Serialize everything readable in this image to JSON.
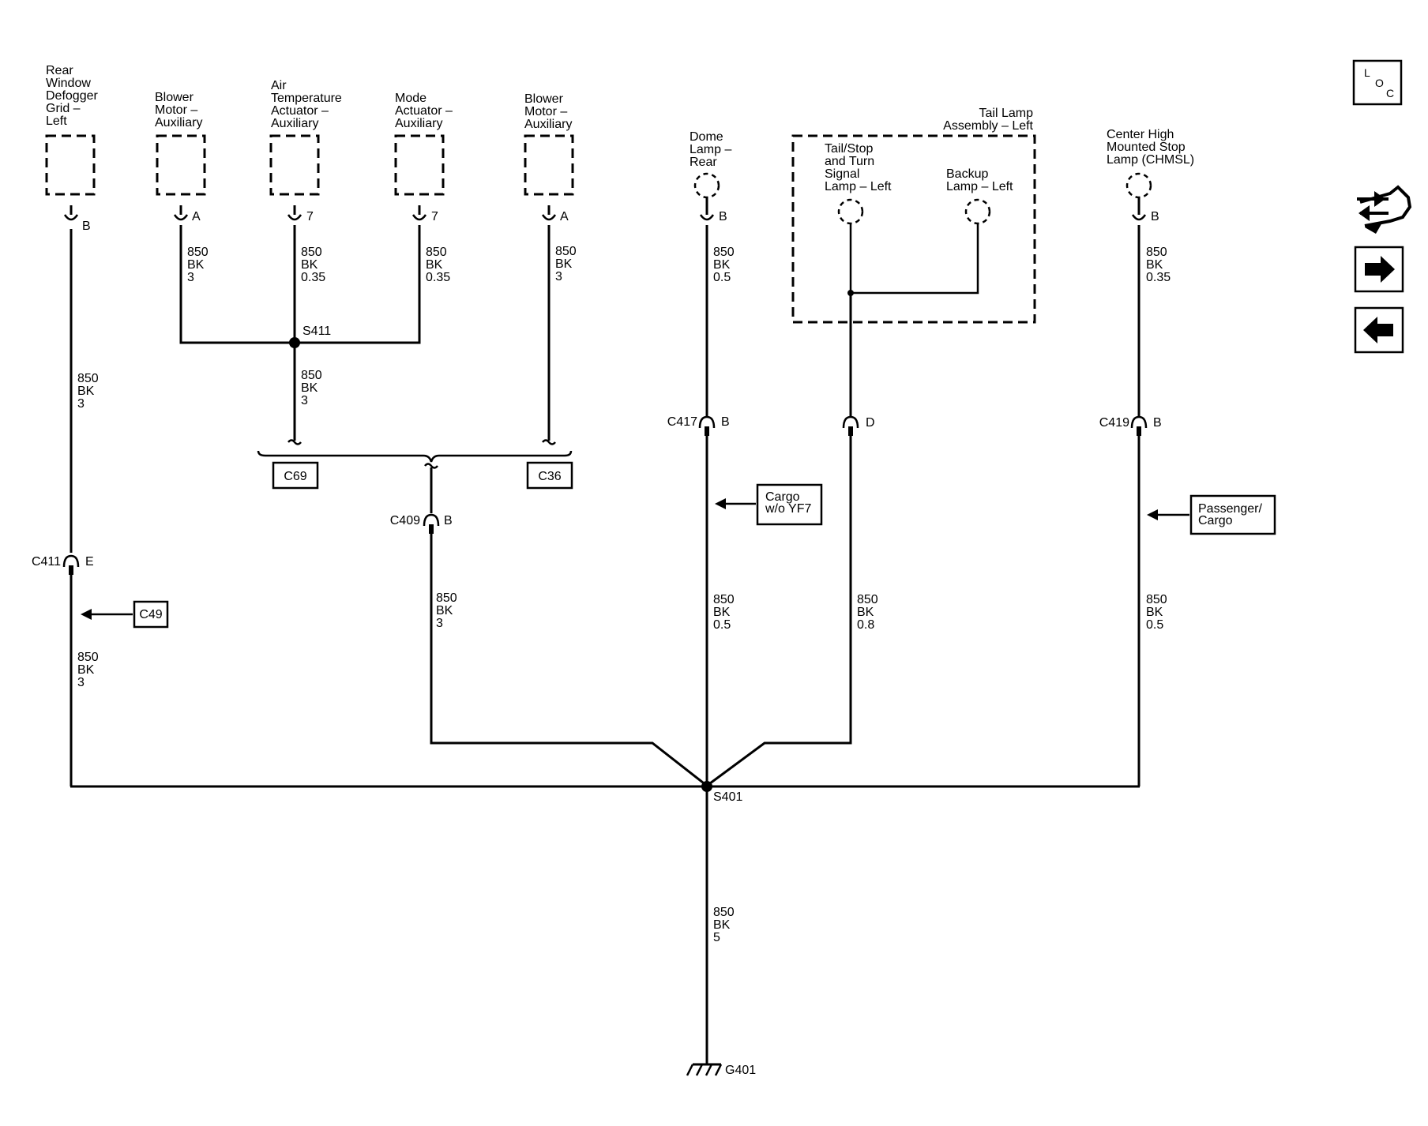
{
  "components": {
    "defogger": [
      "Rear",
      "Window",
      "Defogger",
      "Grid –",
      "Left"
    ],
    "blower1": [
      "Blower",
      "Motor –",
      "Auxiliary"
    ],
    "airtemp": [
      "Air",
      "Temperature",
      "Actuator –",
      "Auxiliary"
    ],
    "mode": [
      "Mode",
      "Actuator –",
      "Auxiliary"
    ],
    "blower2": [
      "Blower",
      "Motor –",
      "Auxiliary"
    ],
    "dome": [
      "Dome",
      "Lamp –",
      "Rear"
    ],
    "taillamp_assembly": [
      "Tail Lamp",
      "Assembly – Left"
    ],
    "tailstop": [
      "Tail/Stop",
      "and Turn",
      "Signal",
      "Lamp – Left"
    ],
    "backup": [
      "Backup",
      "Lamp – Left"
    ],
    "chmsl": [
      "Center High",
      "Mounted Stop",
      "Lamp (CHMSL)"
    ]
  },
  "pins": {
    "defogger": "B",
    "blower1": "A",
    "airtemp": "7",
    "mode": "7",
    "blower2": "A",
    "dome": "B",
    "chmsl": "B",
    "c417": "B",
    "tailstop_d": "D",
    "c419": "B",
    "c409": "B",
    "c411": "E"
  },
  "connectors": {
    "c417": "C417",
    "c419": "C419",
    "c409": "C409",
    "c411": "C411"
  },
  "splices": {
    "s411": "S411",
    "s401": "S401"
  },
  "ground": "G401",
  "wires": {
    "defogger_top": [
      "850",
      "BK",
      "3"
    ],
    "defogger_bottom": [
      "850",
      "BK",
      "3"
    ],
    "blower1": [
      "850",
      "BK",
      "3"
    ],
    "airtemp": [
      "850",
      "BK",
      "0.35"
    ],
    "mode": [
      "850",
      "BK",
      "0.35"
    ],
    "blower2": [
      "850",
      "BK",
      "3"
    ],
    "s411_out": [
      "850",
      "BK",
      "3"
    ],
    "c409": [
      "850",
      "BK",
      "3"
    ],
    "dome_top": [
      "850",
      "BK",
      "0.5"
    ],
    "dome_bottom": [
      "850",
      "BK",
      "0.5"
    ],
    "tail": [
      "850",
      "BK",
      "0.8"
    ],
    "chmsl_top": [
      "850",
      "BK",
      "0.35"
    ],
    "chmsl_bottom": [
      "850",
      "BK",
      "0.5"
    ],
    "ground": [
      "850",
      "BK",
      "5"
    ]
  },
  "refs": {
    "c69": "C69",
    "c36": "C36",
    "c49": "C49"
  },
  "options": {
    "cargo": [
      "Cargo",
      "w/o YF7"
    ],
    "passenger": [
      "Passenger/",
      "Cargo"
    ]
  },
  "nav": {
    "loc_l": "L",
    "loc_o": "O",
    "loc_c": "C"
  }
}
